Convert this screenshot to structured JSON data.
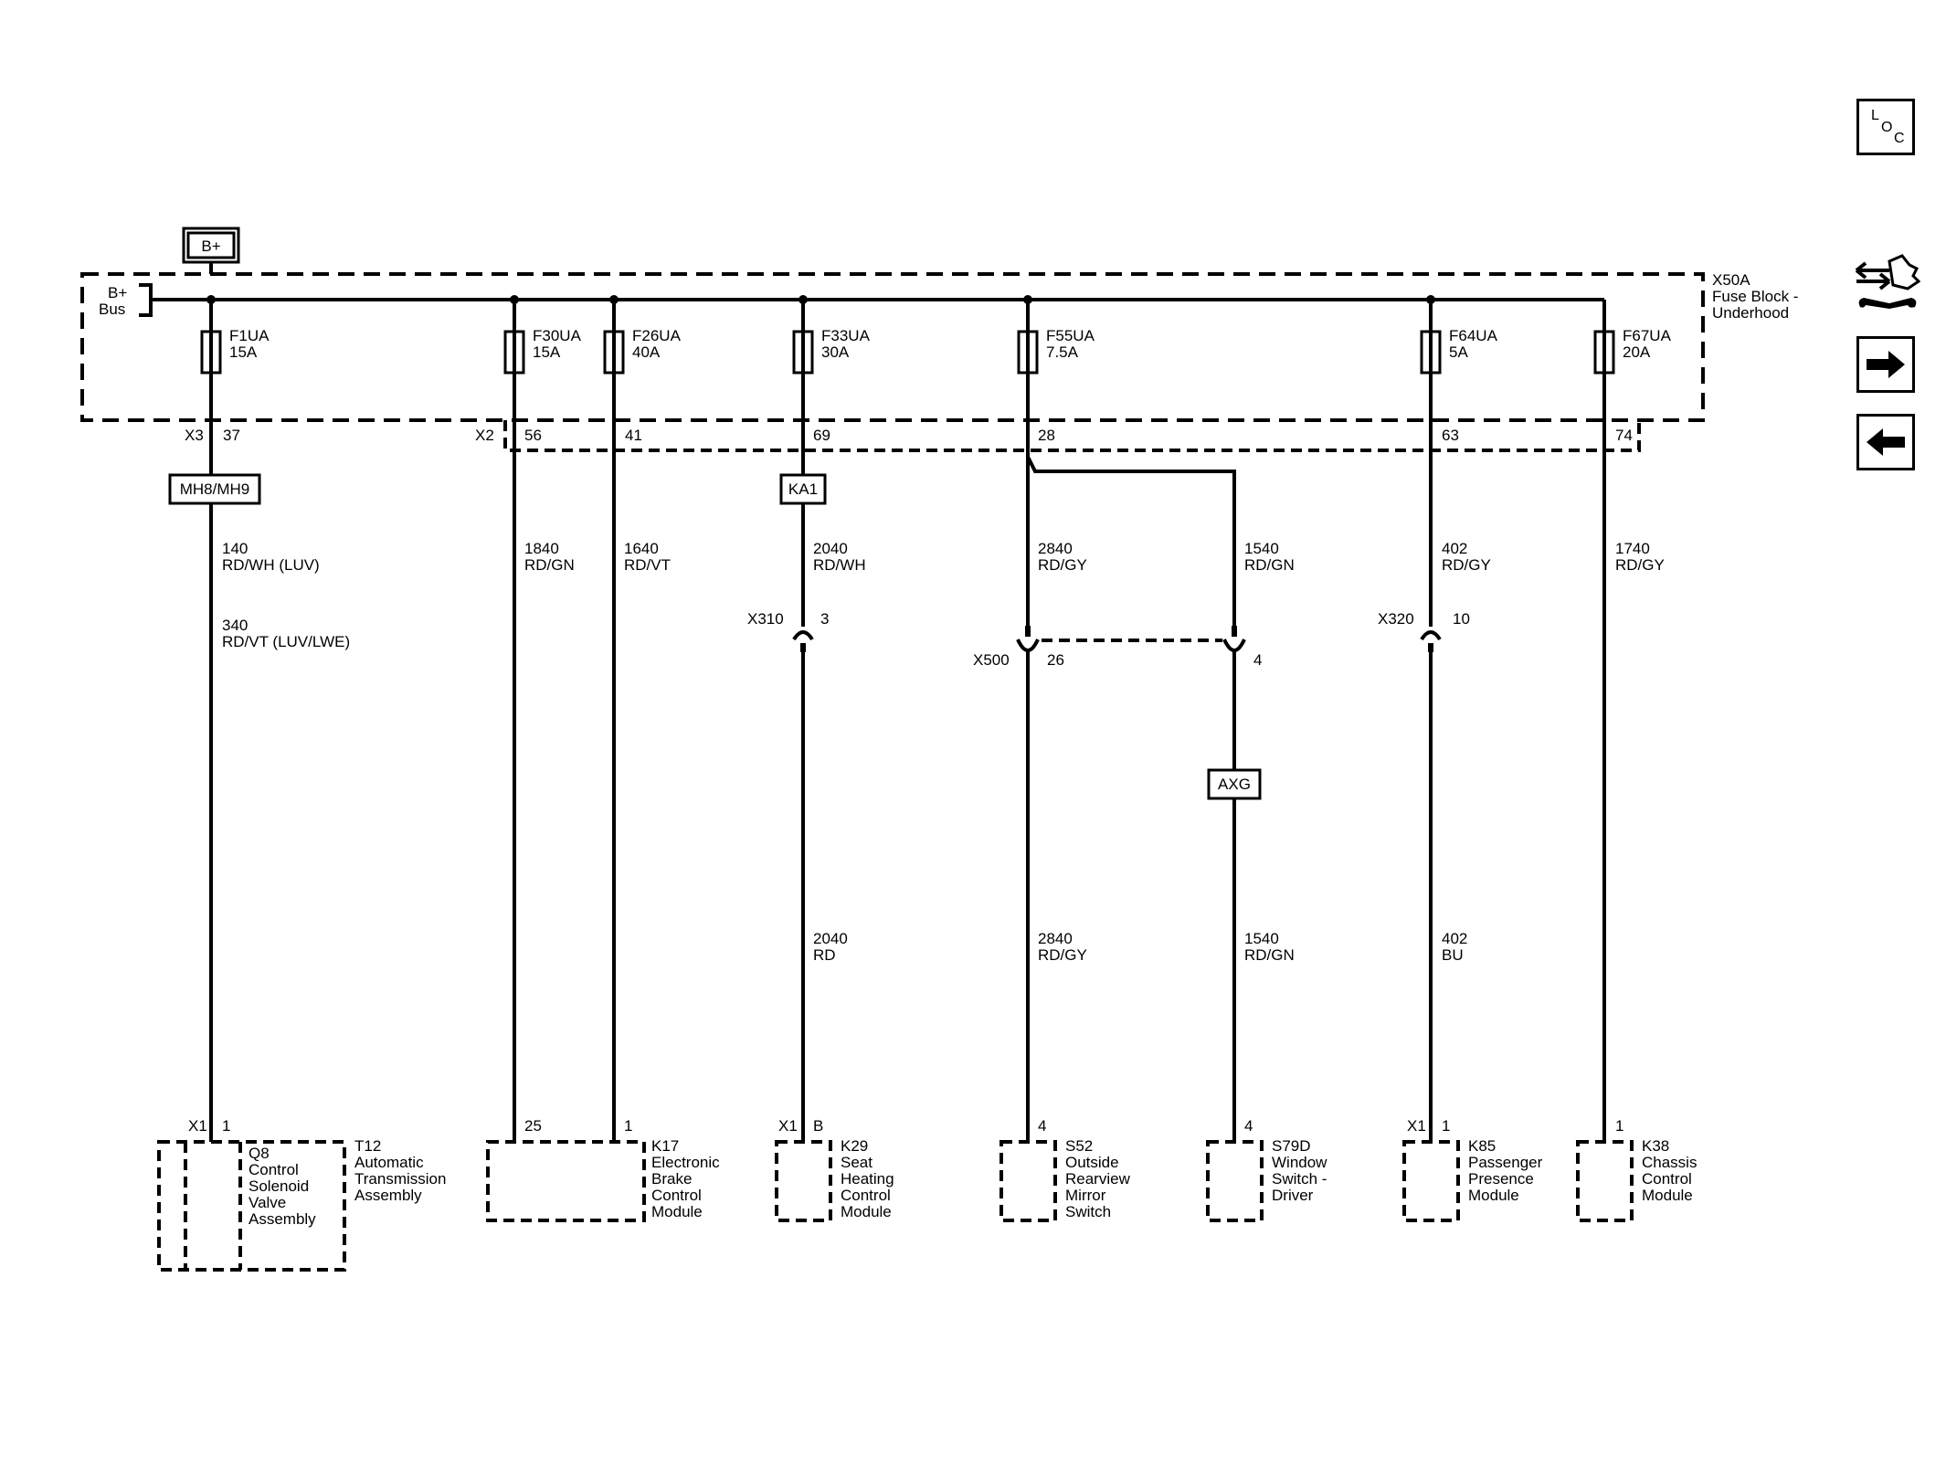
{
  "nav": {
    "loc_letters": [
      "L",
      "O",
      "C"
    ]
  },
  "power": {
    "source_label": "B+",
    "bus_label": [
      "B+",
      "Bus"
    ],
    "fuse_block": [
      "X50A",
      "Fuse Block -",
      "Underhood"
    ]
  },
  "connectors": {
    "x3": "X3",
    "x2": "X2",
    "x310": "X310",
    "x500": "X500",
    "x320": "X320"
  },
  "circuits": [
    {
      "id": "f1",
      "fuse": [
        "F1UA",
        "15A"
      ],
      "pin": "37",
      "inline": "MH8/MH9",
      "wire1": [
        "140",
        "RD/WH (LUV)"
      ],
      "wire2": [
        "340",
        "RD/VT (LUV/LWE)"
      ],
      "conn": "X1",
      "end_pin": "1"
    },
    {
      "id": "f30",
      "fuse": [
        "F30UA",
        "15A"
      ],
      "pin": "56",
      "wire1": [
        "1840",
        "RD/GN"
      ],
      "end_pin": "25"
    },
    {
      "id": "f26",
      "fuse": [
        "F26UA",
        "40A"
      ],
      "pin": "41",
      "wire1": [
        "1640",
        "RD/VT"
      ],
      "end_pin": "1"
    },
    {
      "id": "f33",
      "fuse": [
        "F33UA",
        "30A"
      ],
      "pin": "69",
      "inline": "KA1",
      "wire1": [
        "2040",
        "RD/WH"
      ],
      "split_pin": "3",
      "wire2": [
        "2040",
        "RD"
      ],
      "conn": "X1",
      "end_pin": "B"
    },
    {
      "id": "f55",
      "fuse": [
        "F55UA",
        "7.5A"
      ],
      "pin": "28",
      "wire1": [
        "2840",
        "RD/GY"
      ],
      "split_pin": "26",
      "wire2": [
        "2840",
        "RD/GY"
      ],
      "end_pin": "4"
    },
    {
      "id": "f55b",
      "wire1": [
        "1540",
        "RD/GN"
      ],
      "split_pin": "4",
      "inline": "AXG",
      "wire2": [
        "1540",
        "RD/GN"
      ],
      "end_pin": "4"
    },
    {
      "id": "f64",
      "fuse": [
        "F64UA",
        "5A"
      ],
      "pin": "63",
      "wire1": [
        "402",
        "RD/GY"
      ],
      "split_pin": "10",
      "wire2": [
        "402",
        "BU"
      ],
      "conn": "X1",
      "end_pin": "1"
    },
    {
      "id": "f67",
      "fuse": [
        "F67UA",
        "20A"
      ],
      "pin": "74",
      "wire1": [
        "1740",
        "RD/GY"
      ],
      "end_pin": "1"
    }
  ],
  "components": {
    "q8": [
      "Q8",
      "Control",
      "Solenoid",
      "Valve",
      "Assembly"
    ],
    "t12": [
      "T12",
      "Automatic",
      "Transmission",
      "Assembly"
    ],
    "k17": [
      "K17",
      "Electronic",
      "Brake",
      "Control",
      "Module"
    ],
    "k29": [
      "K29",
      "Seat",
      "Heating",
      "Control",
      "Module"
    ],
    "s52": [
      "S52",
      "Outside",
      "Rearview",
      "Mirror",
      "Switch"
    ],
    "s79d": [
      "S79D",
      "Window",
      "Switch -",
      "Driver"
    ],
    "k85": [
      "K85",
      "Passenger",
      "Presence",
      "Module"
    ],
    "k38": [
      "K38",
      "Chassis",
      "Control",
      "Module"
    ]
  }
}
